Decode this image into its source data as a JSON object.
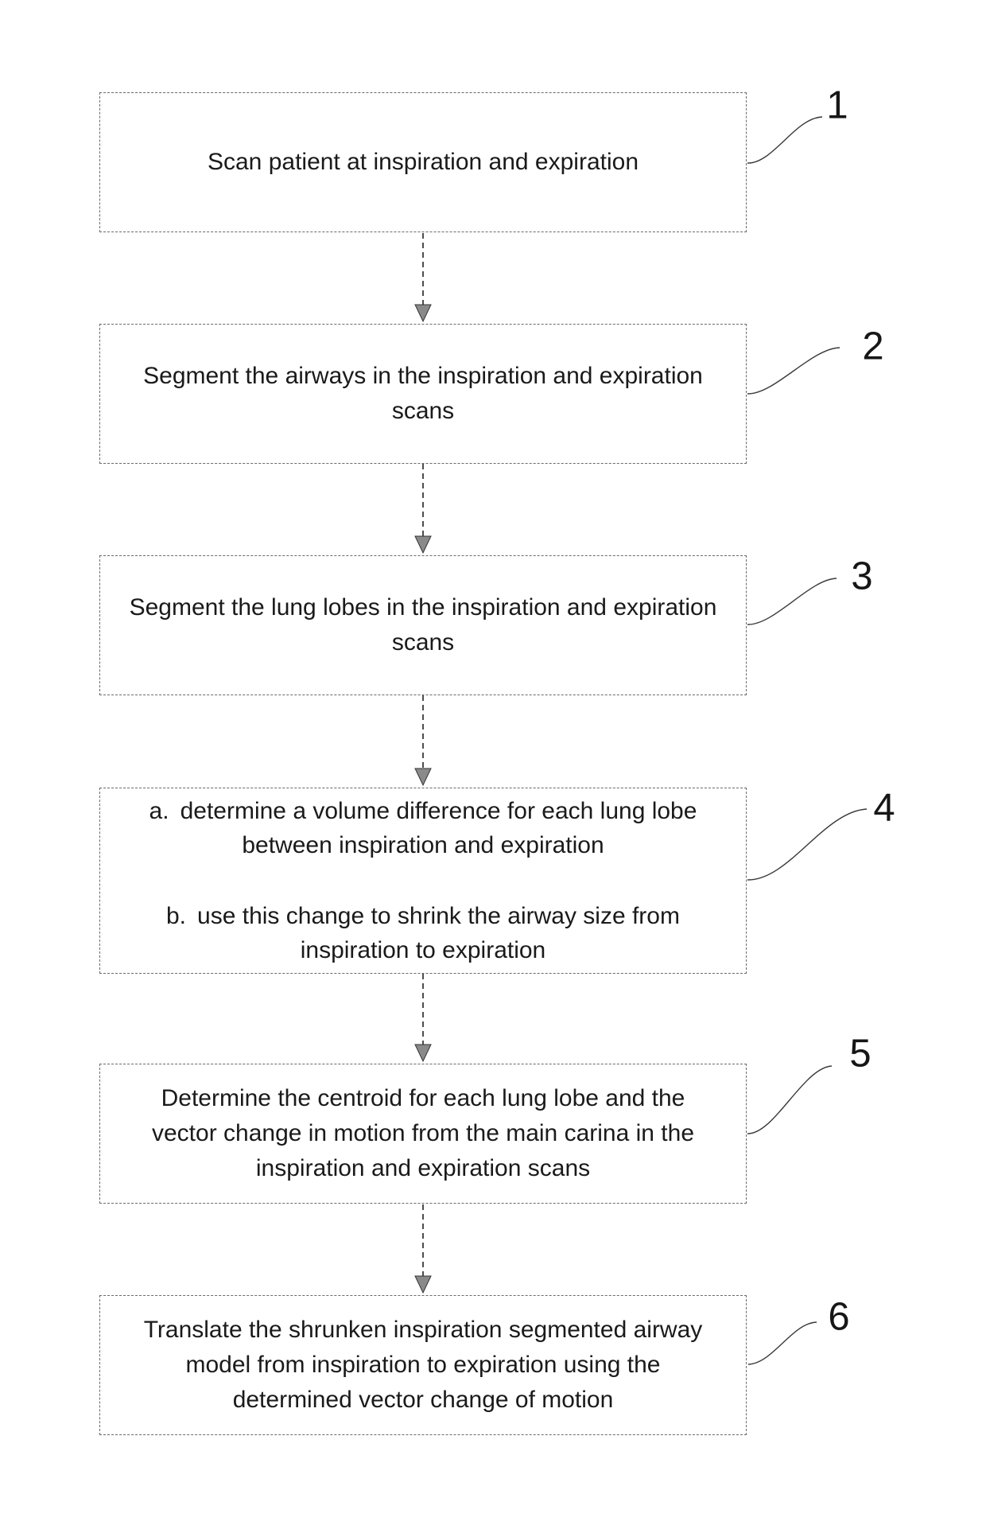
{
  "figure": {
    "steps": [
      {
        "ref": "1",
        "text": "Scan patient at inspiration and expiration"
      },
      {
        "ref": "2",
        "text": "Segment the airways in the inspiration and expiration scans"
      },
      {
        "ref": "3",
        "text": "Segment the lung lobes in the inspiration and expiration scans"
      },
      {
        "ref": "4",
        "items": [
          {
            "marker": "a.",
            "text": "determine a volume difference for each lung lobe between inspiration and expiration"
          },
          {
            "marker": "b.",
            "text": "use this change to shrink the airway size from inspiration to expiration"
          }
        ]
      },
      {
        "ref": "5",
        "text": "Determine the centroid for each lung lobe and the vector change in motion from the main carina in the inspiration and expiration scans"
      },
      {
        "ref": "6",
        "text": "Translate the shrunken inspiration segmented airway model from inspiration to expiration using the determined vector change of motion"
      }
    ],
    "colors": {
      "background": "#ffffff",
      "box_border": "#6a6a6a",
      "text": "#1a1a1a",
      "connector": "#3a3a3a",
      "arrowhead_fill": "#8a8a8a"
    }
  }
}
